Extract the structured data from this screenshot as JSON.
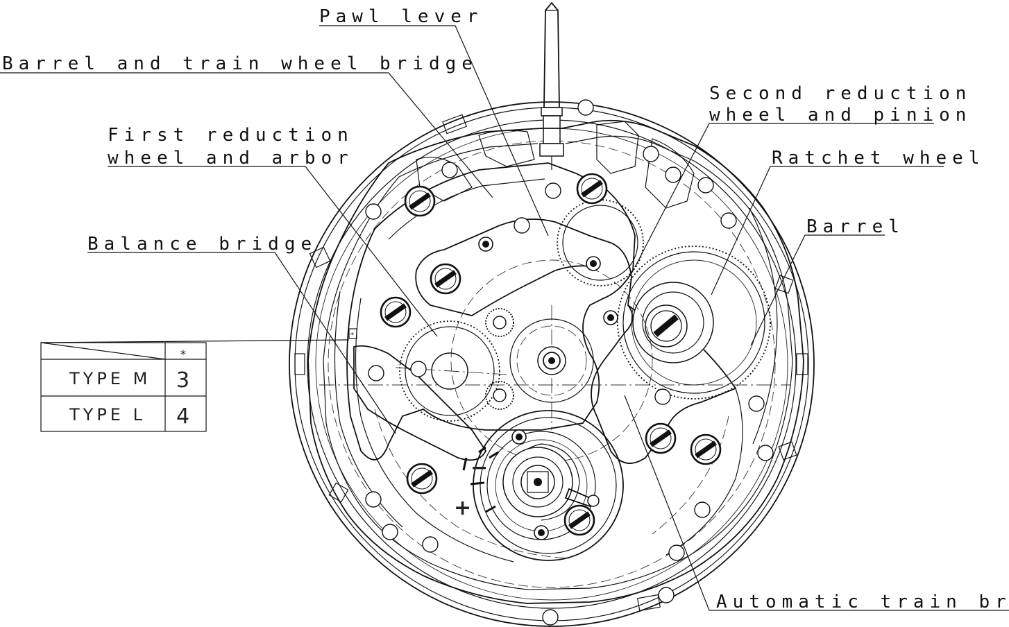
{
  "callouts": {
    "pawl_lever": "Pawl lever",
    "barrel_bridge": "Barrel and train wheel bridge",
    "second_reduction_1": "Second reduction",
    "second_reduction_2": "wheel and pinion",
    "first_reduction_1": "First reduction",
    "first_reduction_2": "wheel and arbor",
    "ratchet_wheel": "Ratchet wheel",
    "barrel": "Barrel",
    "balance_bridge": "Balance bridge",
    "automatic_train_bridge": "Automatic train bridge"
  },
  "type_table": {
    "header_symbol": "*",
    "rows": [
      {
        "label": "TYPE M",
        "value": "3"
      },
      {
        "label": "TYPE L",
        "value": "4"
      }
    ]
  },
  "regulator": {
    "minus": "−",
    "plus": "+"
  }
}
